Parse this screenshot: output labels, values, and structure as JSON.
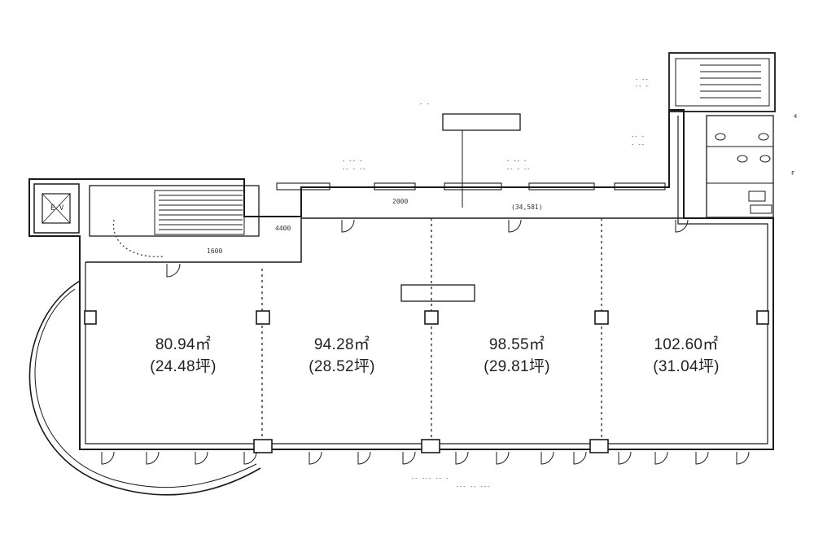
{
  "rooms": [
    {
      "area": "80.94㎡",
      "tsubo": "(24.48坪)"
    },
    {
      "area": "94.28㎡",
      "tsubo": "(28.52坪)"
    },
    {
      "area": "98.55㎡",
      "tsubo": "(29.81坪)"
    },
    {
      "area": "102.60㎡",
      "tsubo": "(31.04坪)"
    }
  ],
  "labels": {
    "elevator": "E V",
    "dim_2000": "2000",
    "dim_1600": "1600",
    "dim_4400": "4400",
    "dim_total": "(34,581)"
  }
}
